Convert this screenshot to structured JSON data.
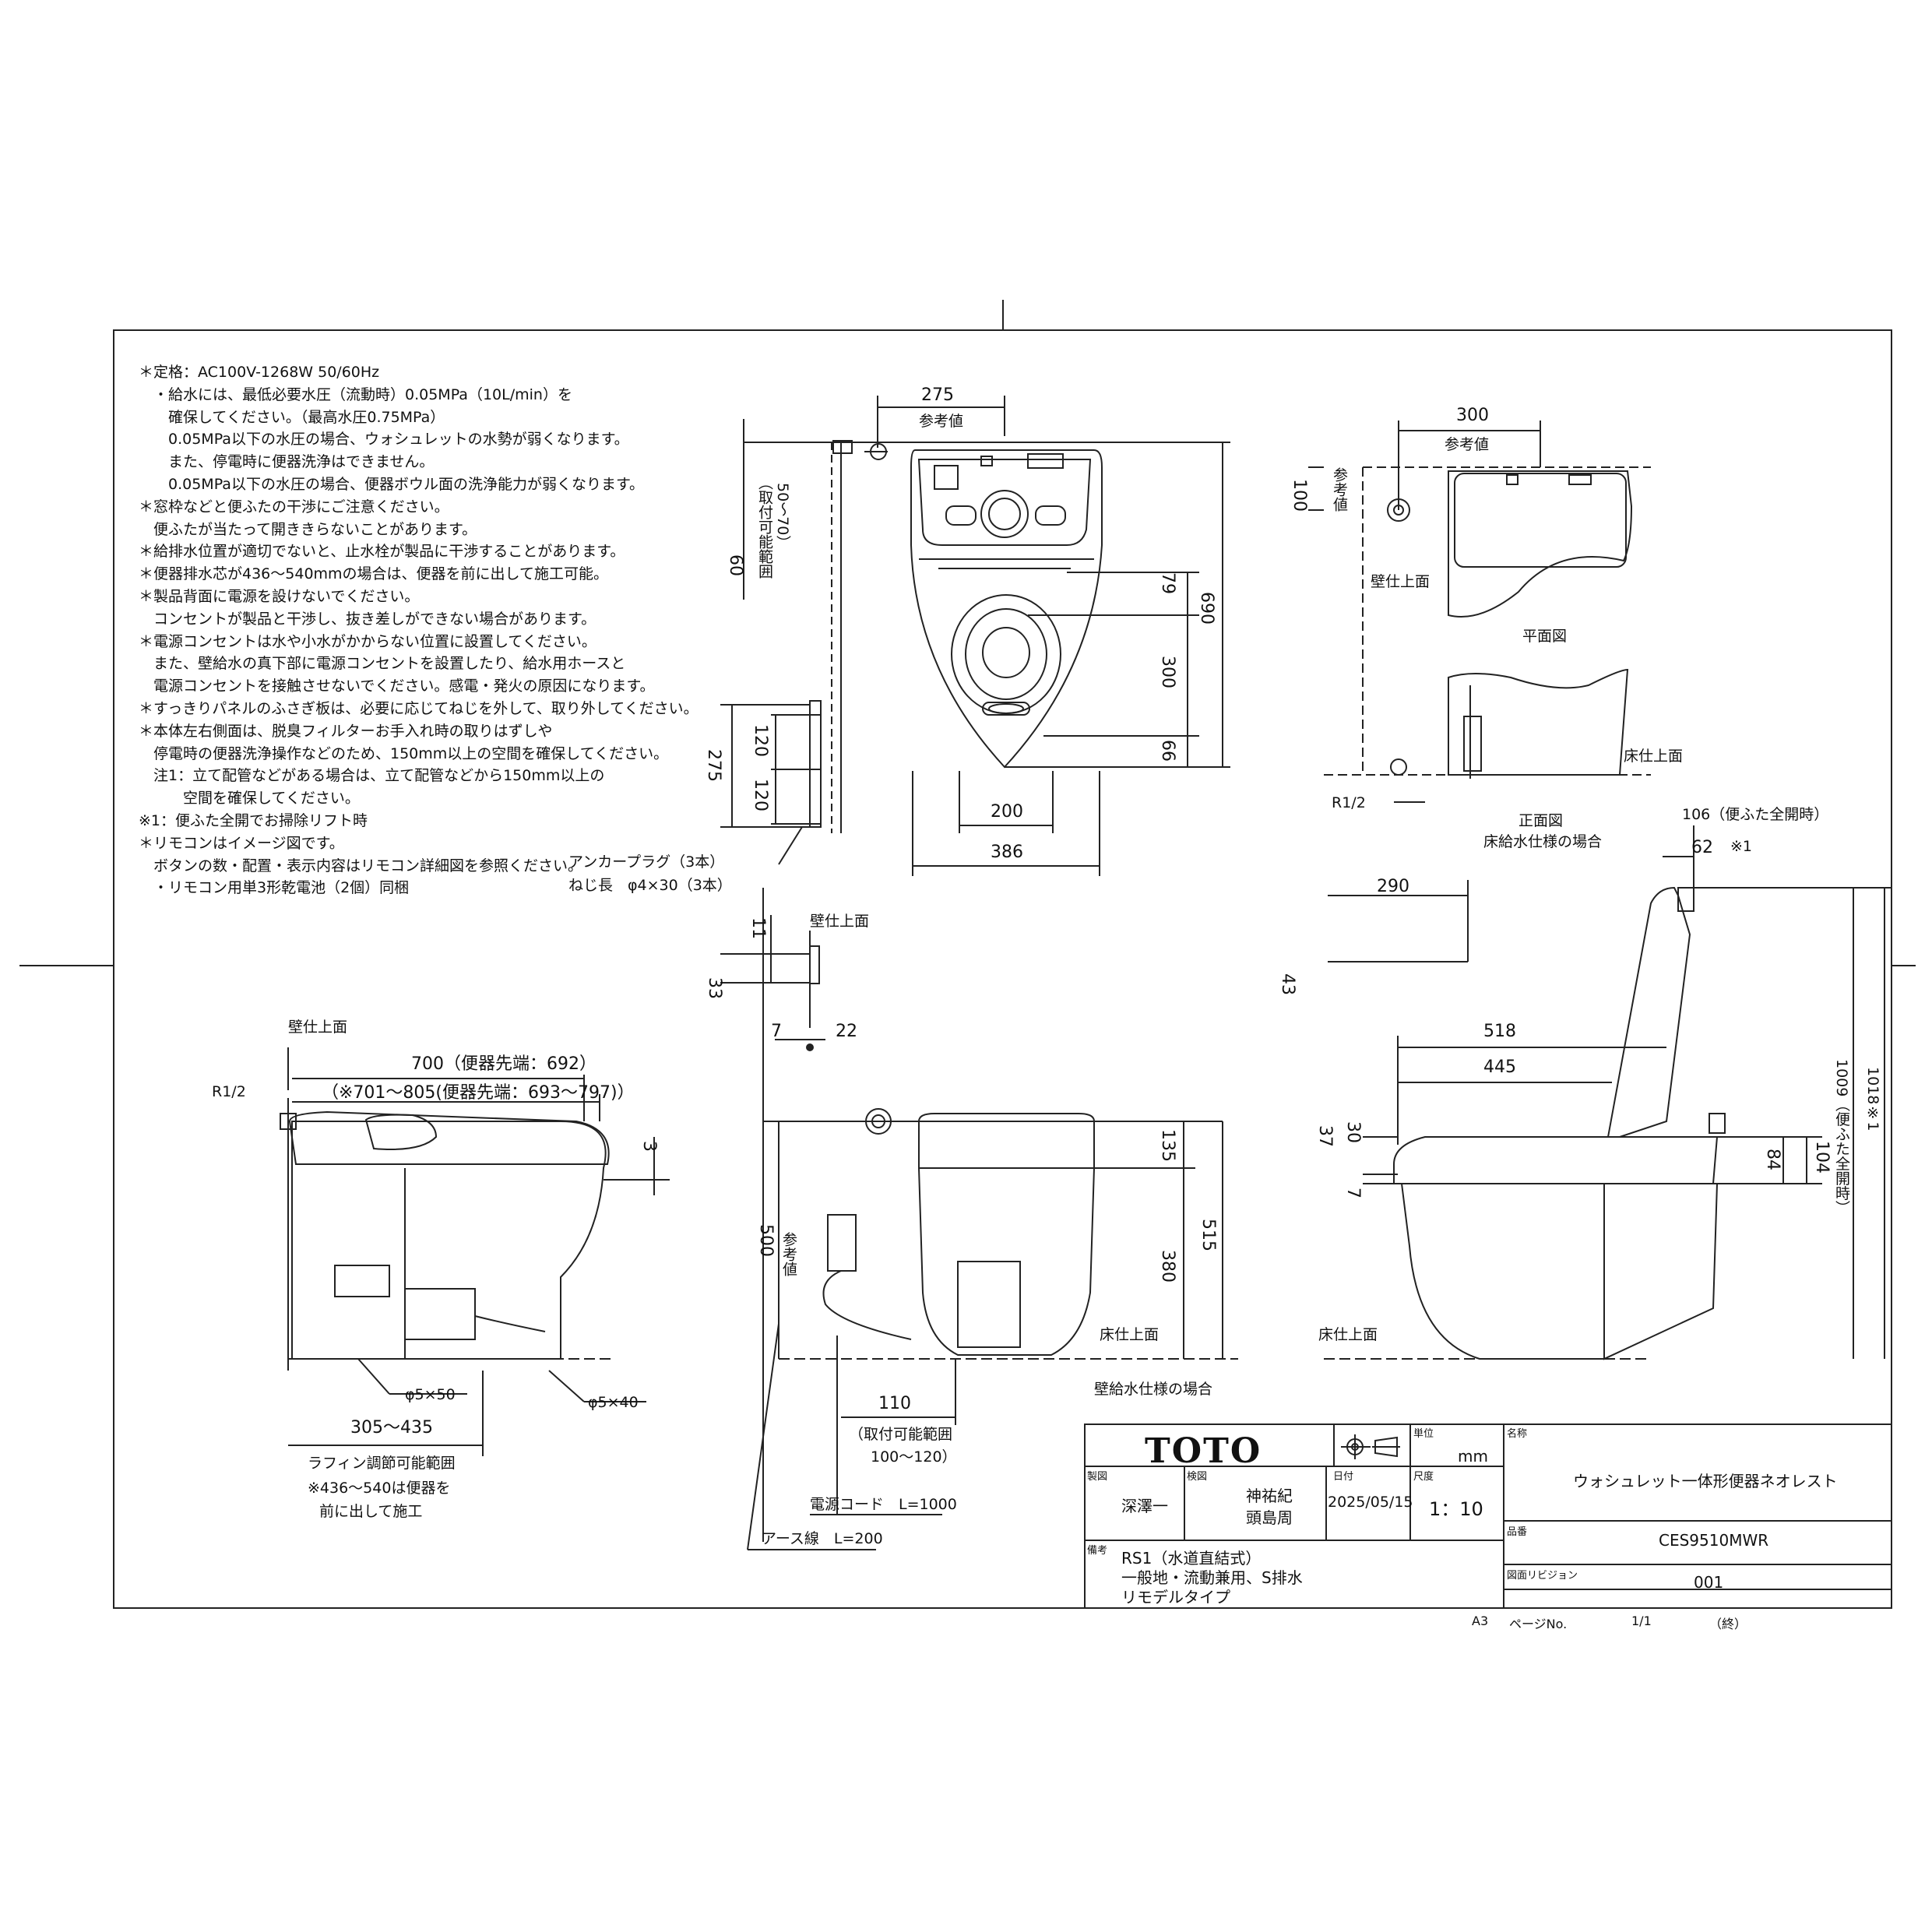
{
  "notes": [
    "＊定格：AC100V-1268W 50/60Hz",
    "　・給水には、最低必要水圧（流動時）0.05MPa（10L/min）を",
    "　　確保してください。（最高水圧0.75MPa）",
    "　　0.05MPa以下の水圧の場合、ウォシュレットの水勢が弱くなります。",
    "　　また、停電時に便器洗浄はできません。",
    "　　0.05MPa以下の水圧の場合、便器ボウル面の洗浄能力が弱くなります。",
    "＊窓枠などと便ふたの干渉にご注意ください。",
    "　便ふたが当たって開ききらないことがあります。",
    "＊給排水位置が適切でないと、止水栓が製品に干渉することがあります。",
    "＊便器排水芯が436～540mmの場合は、便器を前に出して施工可能。",
    "＊製品背面に電源を設けないでください。",
    "　コンセントが製品と干渉し、抜き差しができない場合があります。",
    "＊電源コンセントは水や小水がかからない位置に設置してください。",
    "　また、壁給水の真下部に電源コンセントを設置したり、給水用ホースと",
    "　電源コンセントを接触させないでください。感電・発火の原因になります。",
    "＊すっきりパネルのふさぎ板は、必要に応じてねじを外して、取り外してください。",
    "＊本体左右側面は、脱臭フィルターお手入れ時の取りはずしや",
    "　停電時の便器洗浄操作などのため、150mm以上の空間を確保してください。",
    "　注1：立て配管などがある場合は、立て配管などから150mm以上の",
    "　　　空間を確保してください。",
    "※1：便ふた全開でお掃除リフト時",
    "＊リモコンはイメージ図です。",
    "　ボタンの数・配置・表示内容はリモコン詳細図を参照ください。",
    "　・リモコン用単3形乾電池（2個）同梱"
  ],
  "plan_view": {
    "dim_275": "275",
    "ref_value": "参考値",
    "dim_60": "60",
    "install_range": "（取付可能範囲",
    "install_range2": "50～70）",
    "dim_79": "79",
    "dim_300": "300",
    "dim_66": "66",
    "dim_690": "690",
    "dim_200": "200",
    "dim_386": "386",
    "dim_275b": "275",
    "dim_120a": "120",
    "dim_120b": "120",
    "anchor_plug": "アンカープラグ（3本）",
    "screw_length": "ねじ長　φ4×30（3本）",
    "dim_11": "11",
    "wall_top": "壁仕上面",
    "dim_33": "33",
    "dim_7": "7",
    "dim_22": "22"
  },
  "top_right": {
    "dim_300": "300",
    "ref_value": "参考値",
    "dim_100": "100",
    "ref_value_v": "参考値",
    "wall_top": "壁仕上面",
    "plan_label": "平面図",
    "floor_top": "床仕上面",
    "r12": "R1/2",
    "front_label": "正面図",
    "floor_supply": "床給水仕様の場合"
  },
  "side_left": {
    "wall_top": "壁仕上面",
    "r12": "R1/2",
    "dim_700": "700（便器先端：692）",
    "dim_701": "（※701～805(便器先端：693～797)）",
    "dim_3": "3",
    "phi550": "φ5×50",
    "phi540": "φ5×40",
    "dim_305": "305～435",
    "raffin": "ラフィン調節可能範囲",
    "note436": "※436～540は便器を",
    "note436b": "前に出して施工"
  },
  "front_center": {
    "dim_500": "500",
    "ref_value": "参考値",
    "dim_135": "135",
    "dim_380": "380",
    "dim_515": "515",
    "floor_top": "床仕上面",
    "dim_110": "110",
    "install_range": "（取付可能範囲",
    "install_range2": "100～120）",
    "power_cord": "電源コード　L=1000",
    "earth": "アース線　L=200",
    "wall_supply": "壁給水仕様の場合"
  },
  "side_right": {
    "dim_106": "106（便ふた全開時）",
    "dim_62": "62",
    "mark1": "※1",
    "dim_290": "290",
    "dim_43": "43",
    "dim_518": "518",
    "dim_445": "445",
    "dim_37": "37",
    "dim_30": "30",
    "dim_7": "7",
    "dim_84": "84",
    "dim_104": "104",
    "dim_1009": "1009（便ふた全開時）",
    "dim_1018": "1018※1",
    "floor_top": "床仕上面"
  },
  "title_block": {
    "logo": "TOTO",
    "unit_label": "単位",
    "unit": "mm",
    "name_label": "名称",
    "name": "ウォシュレット一体形便器ネオレスト",
    "made_label": "製図",
    "made": "深澤一",
    "check_label": "検図",
    "check1": "神祐紀",
    "check2": "頭島周",
    "date_label": "日付",
    "date": "2025/05/15",
    "scale_label": "尺度",
    "scale": "1：10",
    "product_label": "品番",
    "product": "CES9510MWR",
    "remarks_label": "備考",
    "remarks1": "RS1（水道直結式）",
    "remarks2": "一般地・流動兼用、S排水",
    "remarks3": "リモデルタイプ",
    "revision_label": "図面リビジョン",
    "revision": "001",
    "paper": "A3",
    "page_label": "ページNo.",
    "page": "1/1",
    "ending": "（終）"
  }
}
